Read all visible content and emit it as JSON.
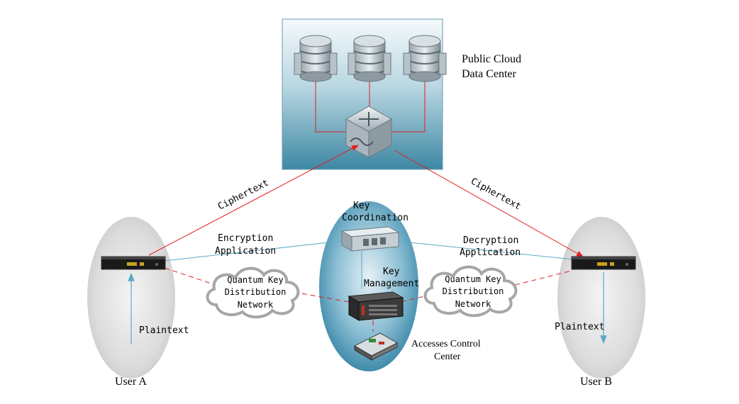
{
  "cloud": {
    "title_line1": "Public Cloud",
    "title_line2": "Data Center"
  },
  "links": {
    "ciphertext_left": "Ciphertext",
    "ciphertext_right": "Ciphertext",
    "encryption_line1": "Encryption",
    "encryption_line2": "Application",
    "decryption_line1": "Decryption",
    "decryption_line2": "Application"
  },
  "qkd_left": {
    "line1": "Quantum Key",
    "line2": "Distribution",
    "line3": "Network"
  },
  "qkd_right": {
    "line1": "Quantum Key",
    "line2": "Distribution",
    "line3": "Network"
  },
  "center": {
    "key_coord_line1": "Key",
    "key_coord_line2": "Coordination",
    "key_mgmt_line1": "Key",
    "key_mgmt_line2": "Management",
    "access_line1": "Accesses Control",
    "access_line2": "Center"
  },
  "user_a": {
    "label": "User A",
    "plaintext": "Plaintext"
  },
  "user_b": {
    "label": "User B",
    "plaintext": "Plaintext"
  },
  "colors": {
    "red_link": "#e02020",
    "blue_link": "#5aaac8",
    "cloud_bg_top": "#eef5f8",
    "cloud_bg_bottom": "#3f8aa5",
    "center_ellipse": "#3a86a8"
  },
  "icons": {
    "database": "database-stack-icon",
    "switch": "network-switch-icon",
    "server": "rack-server-icon",
    "qkd_device": "qkd-device-icon",
    "cloud": "cloud-icon"
  }
}
